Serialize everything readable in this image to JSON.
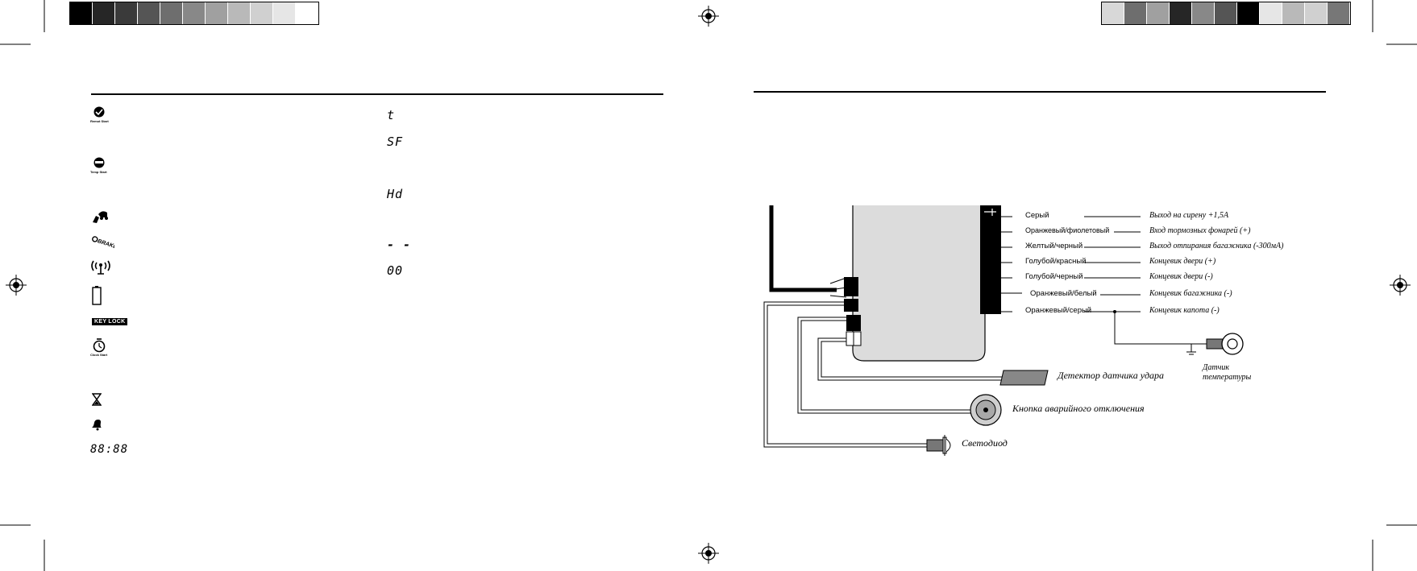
{
  "left_page": {
    "color_bar": [
      "#000000",
      "#262626",
      "#3a3a3a",
      "#555555",
      "#6e6e6e",
      "#888888",
      "#a0a0a0",
      "#b9b9b9",
      "#d0d0d0",
      "#e6e6e6",
      "#ffffff"
    ],
    "icons_col1": [
      {
        "name": "remote-start-icon",
        "caption": "Remot Start"
      },
      {
        "name": "temp-start-icon",
        "caption": "Temp Start"
      },
      {
        "name": "car-remote-icon"
      },
      {
        "name": "brake-icon",
        "caption": "BRAKE"
      },
      {
        "name": "antenna-icon"
      },
      {
        "name": "battery-icon"
      },
      {
        "name": "key-lock-icon",
        "caption": "KEY LOCK"
      },
      {
        "name": "clock-start-icon",
        "caption": "Clock Start"
      },
      {
        "name": "hourglass-icon"
      },
      {
        "name": "bell-icon"
      },
      {
        "name": "digital-clock-icon",
        "caption": "88:88"
      }
    ],
    "icons_col2": [
      {
        "name": "segment-t-icon",
        "text": "t"
      },
      {
        "name": "segment-sf-icon",
        "text": "SF"
      },
      {
        "name": "segment-hd-icon",
        "text": "Hd"
      },
      {
        "name": "segment-dash-icon",
        "text": "- -"
      },
      {
        "name": "segment-00-icon",
        "text": "00"
      }
    ]
  },
  "right_page": {
    "color_bar": [
      "#d8d8d8",
      "#6e6e6e",
      "#a0a0a0",
      "#262626",
      "#888888",
      "#555555",
      "#000000",
      "#e6e6e6",
      "#b9b9b9",
      "#d0d0d0",
      "#777777"
    ],
    "wires": [
      {
        "color_label": "Серый",
        "function": "Выход на сирену +1,5А"
      },
      {
        "color_label": "Оранжевый/фиолетовый",
        "function": "Вход тормозных фонарей (+)"
      },
      {
        "color_label": "Желтый/черный",
        "function": "Выход отпирания багажника (-300мА)"
      },
      {
        "color_label": "Голубой/красный",
        "function": "Концевик двери (+)"
      },
      {
        "color_label": "Голубой/черный",
        "function": "Концевик двери (-)"
      },
      {
        "color_label": "Оранжевый/белый",
        "function": "Концевик багажника (-)"
      },
      {
        "color_label": "Оранжевый/серый",
        "function": "Концевик капота (-)"
      }
    ],
    "components": {
      "shock_sensor": "Детектор датчика удара",
      "temp_sensor_line1": "Датчик",
      "temp_sensor_line2": "температуры",
      "emergency_button": "Кнопка аварийного отключения",
      "led": "Светодиод"
    }
  }
}
